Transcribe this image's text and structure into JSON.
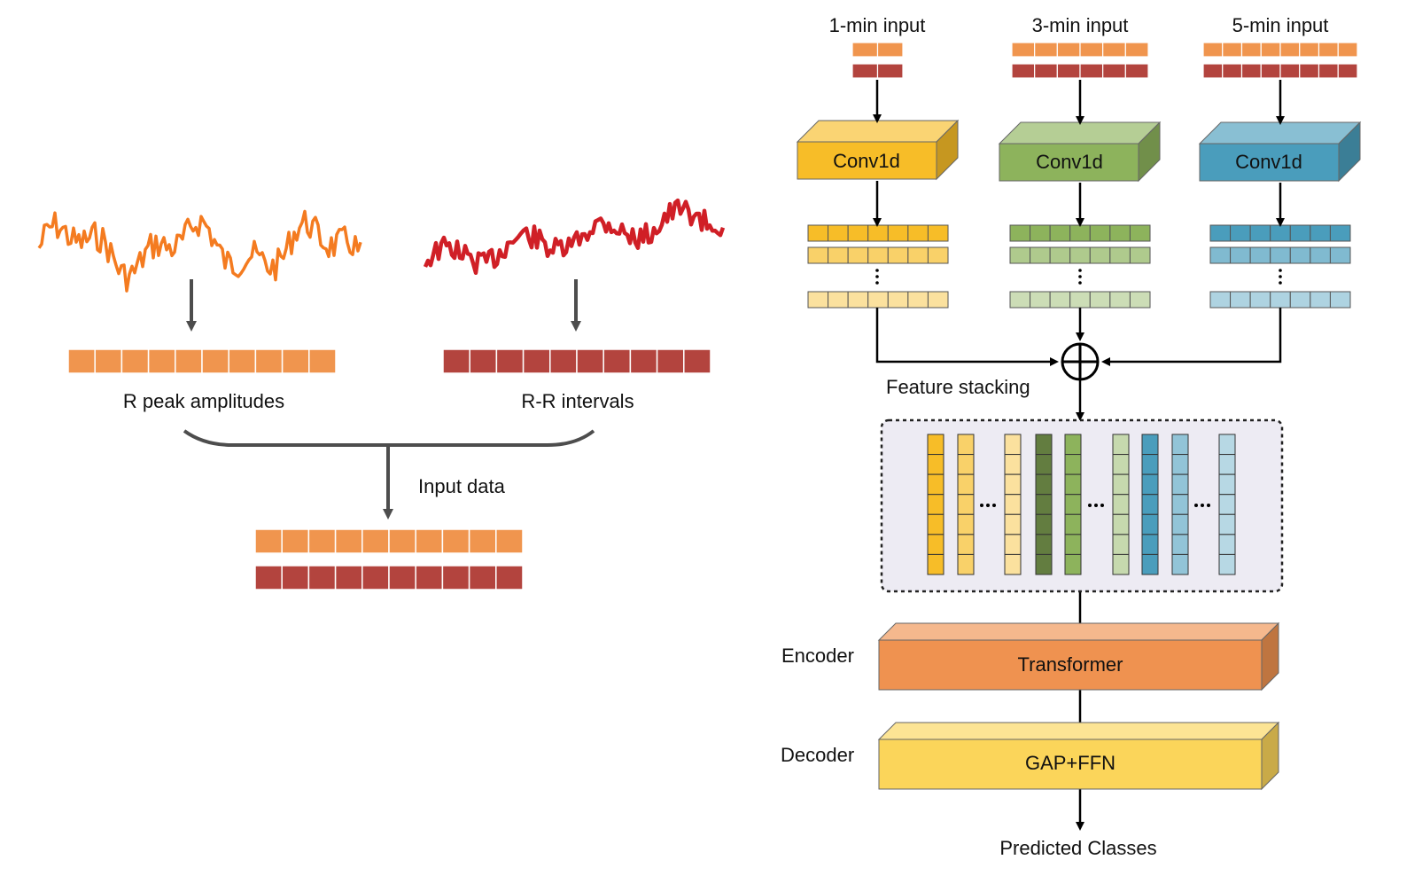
{
  "left": {
    "amplitude_label": "R peak amplitudes",
    "rr_label": "R-R intervals",
    "input_label": "Input data"
  },
  "right": {
    "inputs": [
      {
        "label": "1-min input",
        "conv": "Conv1d"
      },
      {
        "label": "3-min input",
        "conv": "Conv1d"
      },
      {
        "label": "5-min input",
        "conv": "Conv1d"
      }
    ],
    "stack_label": "Feature stacking",
    "encoder_label": "Encoder",
    "decoder_label": "Decoder",
    "transformer_label": "Transformer",
    "gap_label": "GAP+FFN",
    "output_label": "Predicted Classes"
  },
  "colors": {
    "orange": "#f0954e",
    "red": "#b3443e",
    "orange_wave": "#f47b20",
    "red_wave": "#d01f26",
    "yellow": "#f7bd28",
    "green": "#8db35c",
    "blue": "#4a9dbc",
    "transformer": "#ef9250",
    "gap": "#fbd55a",
    "stack_bg": "#edebf3"
  }
}
